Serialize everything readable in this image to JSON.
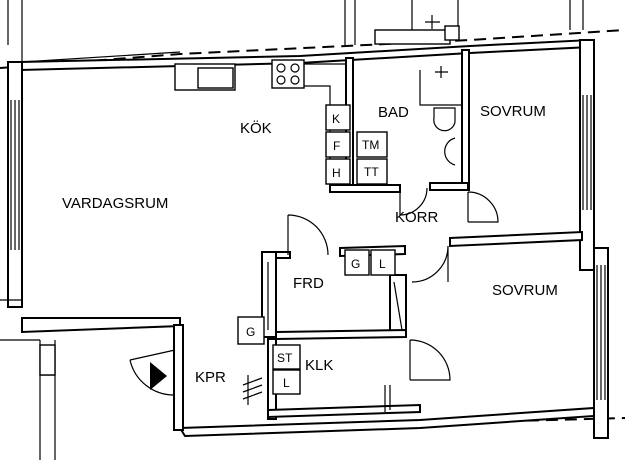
{
  "rooms": {
    "vardagsrum": "VARDAGSRUM",
    "kok": "KÖK",
    "bad": "BAD",
    "sovrum_1": "SOVRUM",
    "sovrum_2": "SOVRUM",
    "korr": "KORR",
    "frd": "FRD",
    "klk": "KLK",
    "kpr": "KPR"
  },
  "fixtures": {
    "kitchen_k": "K",
    "kitchen_f": "F",
    "kitchen_h": "H",
    "bath_tm": "TM",
    "bath_tt": "TT",
    "frd_g": "G",
    "frd_l": "L",
    "kpr_g": "G",
    "klk_st": "ST",
    "klk_l": "L"
  }
}
